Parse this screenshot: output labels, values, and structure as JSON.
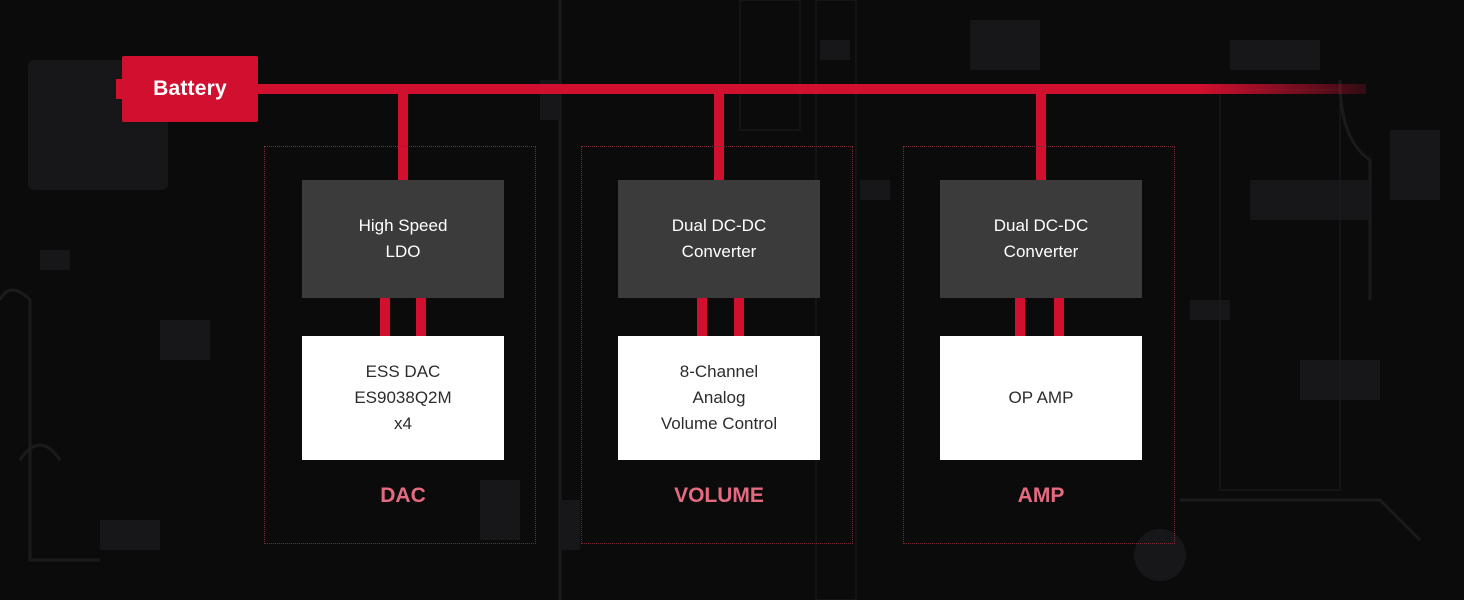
{
  "battery": {
    "label": "Battery"
  },
  "sections": [
    {
      "label": "DAC",
      "regulator": {
        "lines": [
          "High Speed",
          "LDO"
        ]
      },
      "component": {
        "lines": [
          "ESS DAC",
          "ES9038Q2M",
          "x4"
        ]
      }
    },
    {
      "label": "VOLUME",
      "regulator": {
        "lines": [
          "Dual DC-DC",
          "Converter"
        ]
      },
      "component": {
        "lines": [
          "8-Channel",
          "Analog",
          "Volume Control"
        ]
      }
    },
    {
      "label": "AMP",
      "regulator": {
        "lines": [
          "Dual DC-DC",
          "Converter"
        ]
      },
      "component": {
        "lines": [
          "OP AMP"
        ]
      }
    }
  ],
  "colors": {
    "wire": "#d10f2f",
    "background": "#0b0b0c",
    "regulator_block": "#3b3b3c",
    "component_block": "#ffffff",
    "section_label": "#e46a80"
  }
}
